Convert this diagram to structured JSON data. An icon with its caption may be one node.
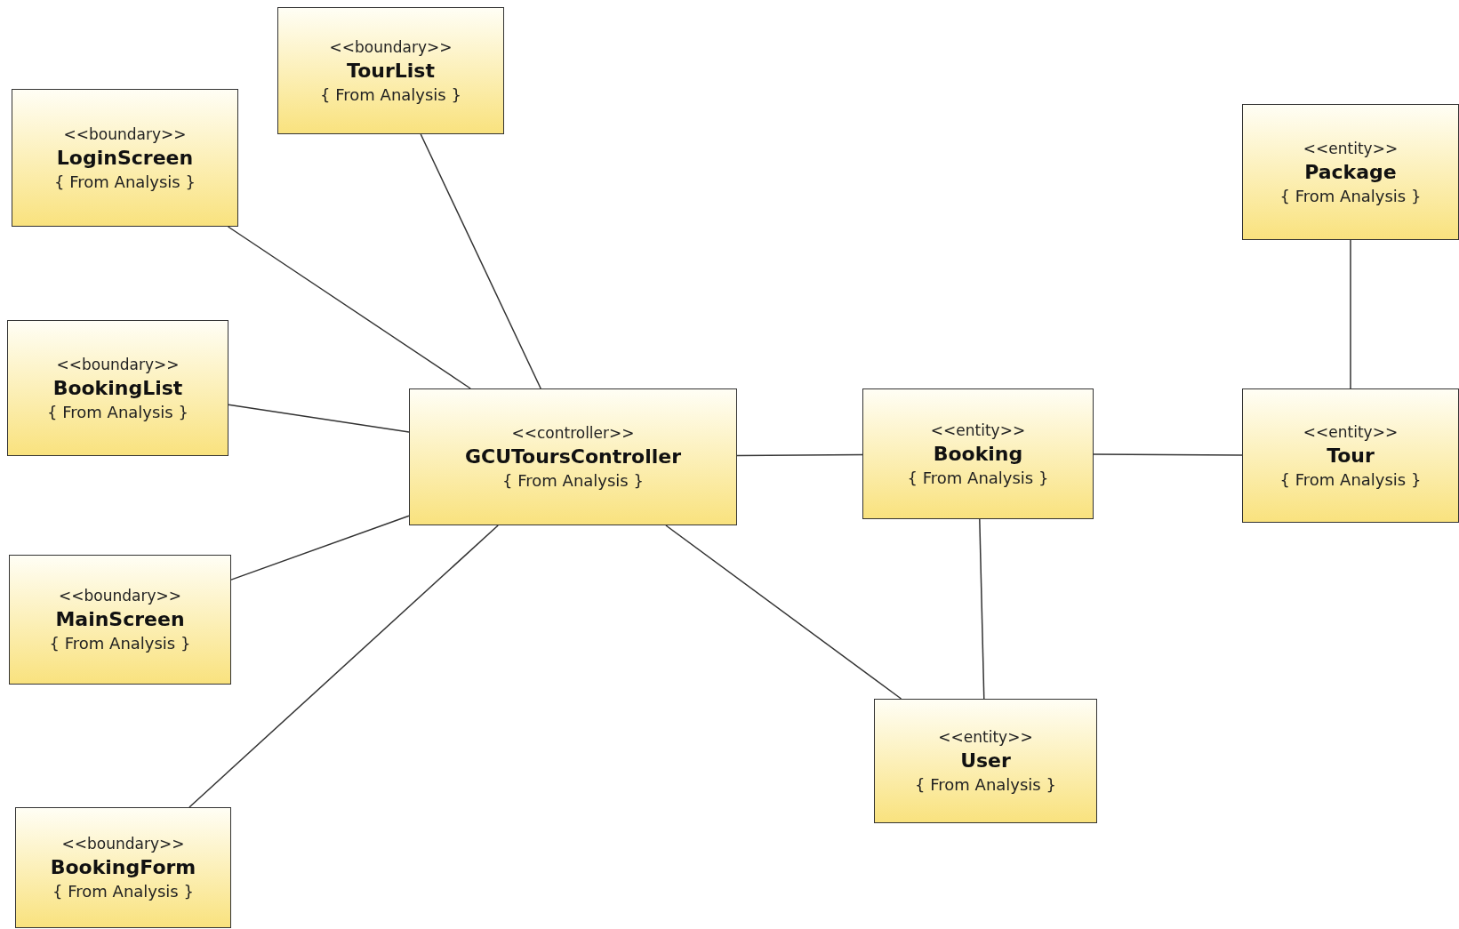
{
  "diagram": {
    "nodes": [
      {
        "text": [
          "<<boundary>>",
          "TourList",
          "{ From Analysis }"
        ]
      },
      {
        "text": [
          "<<boundary>>",
          "LoginScreen",
          "{ From Analysis }"
        ]
      },
      {
        "text": [
          "<<entity>>",
          "Package",
          "{ From Analysis }"
        ]
      },
      {
        "text": [
          "<<boundary>>",
          "BookingList",
          "{ From Analysis }"
        ]
      },
      {
        "text": [
          "<<controller>>",
          "GCUToursController",
          "{ From Analysis }"
        ]
      },
      {
        "text": [
          "<<entity>>",
          "Booking",
          "{ From Analysis }"
        ]
      },
      {
        "text": [
          "<<entity>>",
          "Tour",
          "{ From Analysis }"
        ]
      },
      {
        "text": [
          "<<boundary>>",
          "MainScreen",
          "{ From Analysis }"
        ]
      },
      {
        "text": [
          "<<entity>>",
          "User",
          "{ From Analysis }"
        ]
      },
      {
        "text": [
          "<<boundary>>",
          "BookingForm",
          "{ From Analysis }"
        ]
      }
    ],
    "edges": [
      {
        "from": 1,
        "to": 4,
        "arrow": "none"
      },
      {
        "from": 0,
        "to": 4,
        "arrow": "none"
      },
      {
        "from": 3,
        "to": 4,
        "arrow": "none"
      },
      {
        "from": 7,
        "to": 4,
        "arrow": "none"
      },
      {
        "from": 9,
        "to": 4,
        "arrow": "none"
      },
      {
        "from": 4,
        "to": 5,
        "arrow": "none"
      },
      {
        "from": 5,
        "to": 6,
        "arrow": "none"
      },
      {
        "from": 2,
        "to": 6,
        "arrow": "none"
      },
      {
        "from": 4,
        "to": 8,
        "arrow": "none"
      },
      {
        "from": 5,
        "to": 8,
        "arrow": "none"
      }
    ]
  }
}
